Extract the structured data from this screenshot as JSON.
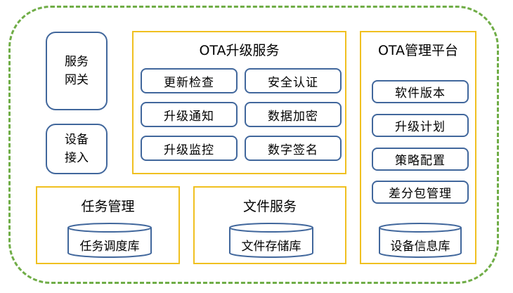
{
  "left": {
    "gateway": "服务\n网关",
    "device_access": "设备\n接入"
  },
  "ota_service": {
    "title": "OTA升级服务",
    "items": [
      "更新检查",
      "安全认证",
      "升级通知",
      "数据加密",
      "升级监控",
      "数字签名"
    ]
  },
  "ota_platform": {
    "title": "OTA管理平台",
    "items": [
      "软件版本",
      "升级计划",
      "策略配置",
      "差分包管理"
    ],
    "db": "设备信息库"
  },
  "task": {
    "title": "任务管理",
    "db": "任务调度库"
  },
  "file": {
    "title": "文件服务",
    "db": "文件存储库"
  },
  "colors": {
    "outer_border": "#70ad47",
    "box_border": "#f0c020",
    "item_border": "#41679c"
  }
}
